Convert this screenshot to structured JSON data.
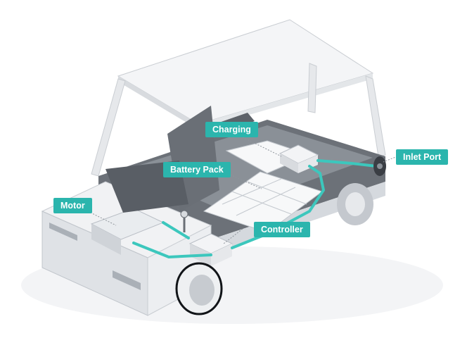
{
  "labels": {
    "charging": "Charging",
    "battery_pack": "Battery Pack",
    "inlet_port": "Inlet Port",
    "motor": "Motor",
    "controller": "Controller"
  },
  "colors": {
    "accent": "#2bb5ad",
    "pipe": "#3cc7bd",
    "body_light": "#f1f2f4",
    "body_mid": "#dcdfe3",
    "body_dark": "#b9bec5",
    "tire": "#2a2d31",
    "battery": "#eef1f3"
  }
}
